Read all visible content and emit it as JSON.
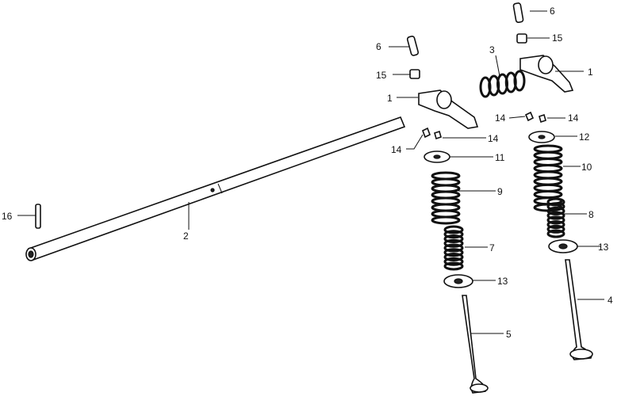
{
  "diagram": {
    "callouts": [
      {
        "part": "rocker-arm",
        "label": "1"
      },
      {
        "part": "rocker-arm",
        "label": "1"
      },
      {
        "part": "rocker-shaft",
        "label": "2"
      },
      {
        "part": "wave-washer-spring",
        "label": "3"
      },
      {
        "part": "exhaust-valve",
        "label": "4"
      },
      {
        "part": "intake-valve",
        "label": "5"
      },
      {
        "part": "adjusting-screw",
        "label": "6"
      },
      {
        "part": "adjusting-screw",
        "label": "6"
      },
      {
        "part": "inner-valve-spring",
        "label": "7"
      },
      {
        "part": "inner-valve-spring",
        "label": "8"
      },
      {
        "part": "outer-valve-spring",
        "label": "9"
      },
      {
        "part": "outer-valve-spring",
        "label": "10"
      },
      {
        "part": "spring-retainer",
        "label": "11"
      },
      {
        "part": "spring-retainer",
        "label": "12"
      },
      {
        "part": "spring-seat",
        "label": "13"
      },
      {
        "part": "spring-seat",
        "label": "13"
      },
      {
        "part": "valve-cotter",
        "label": "14"
      },
      {
        "part": "valve-cotter",
        "label": "14"
      },
      {
        "part": "valve-cotter",
        "label": "14"
      },
      {
        "part": "valve-cotter",
        "label": "14"
      },
      {
        "part": "lock-nut",
        "label": "15"
      },
      {
        "part": "lock-nut",
        "label": "15"
      },
      {
        "part": "dowel-pin",
        "label": "16"
      }
    ]
  }
}
